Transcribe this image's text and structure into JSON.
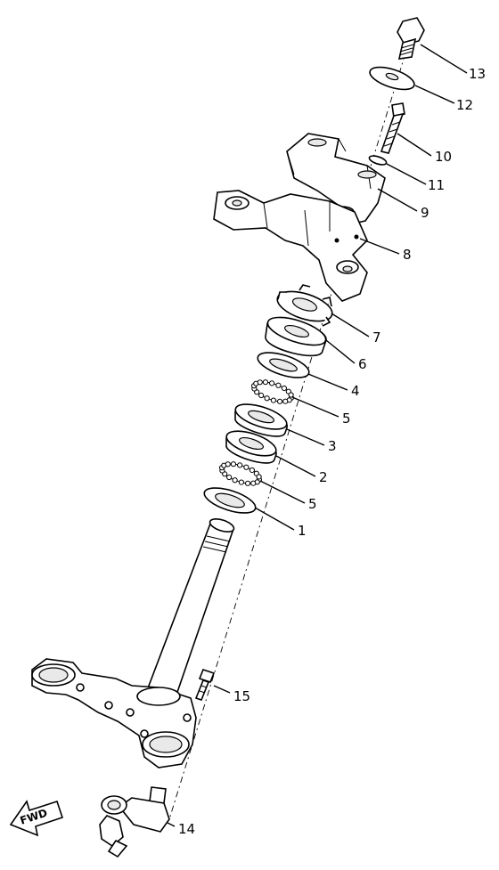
{
  "callouts": [
    "13",
    "12",
    "10",
    "11",
    "9",
    "8",
    "7",
    "6",
    "4",
    "5",
    "3",
    "2",
    "5",
    "1",
    "15",
    "14"
  ],
  "arrow_label": "FWD"
}
